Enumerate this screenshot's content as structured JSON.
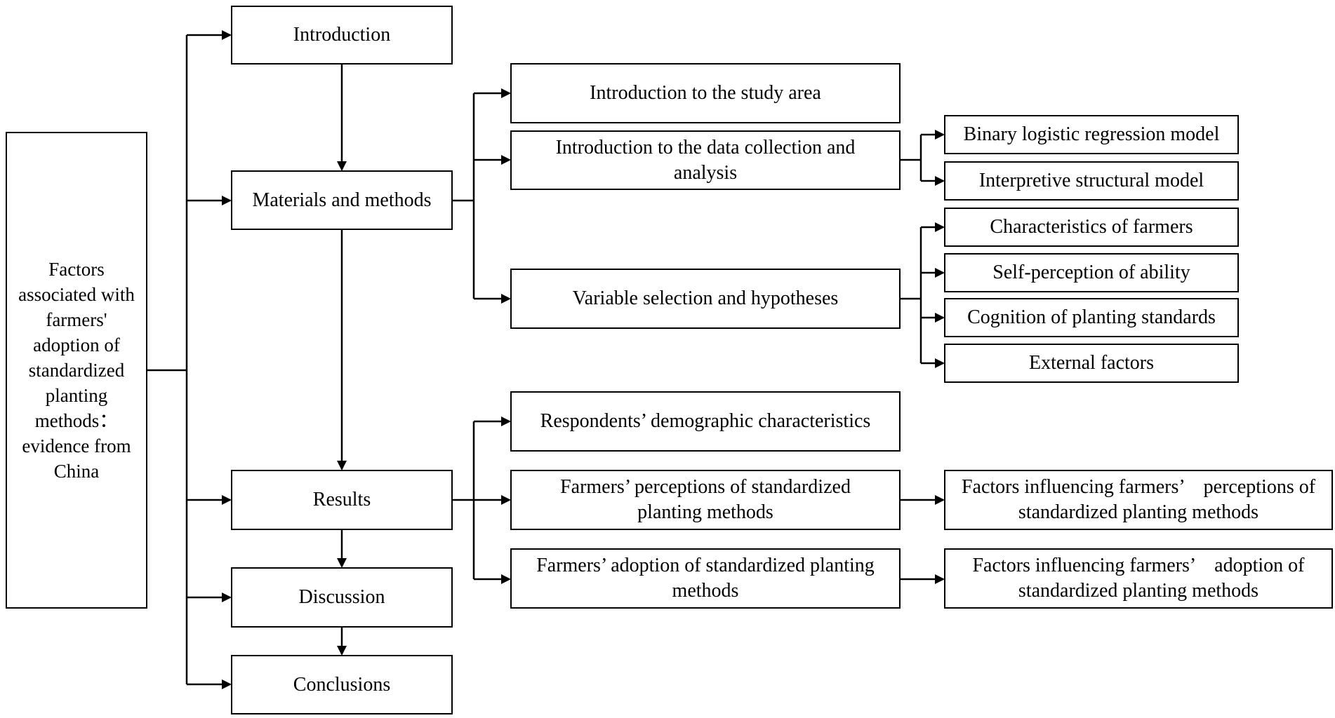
{
  "diagram": {
    "root": {
      "label": "Factors associated with farmers' adoption of standardized planting methods： evidence from China"
    },
    "sections": {
      "introduction": "Introduction",
      "materials_methods": "Materials and methods",
      "results": "Results",
      "discussion": "Discussion",
      "conclusions": "Conclusions"
    },
    "materials_children": {
      "study_area": "Introduction to the study area",
      "data_collection": "Introduction to the  data collection and analysis",
      "variable_selection": "Variable selection and hypotheses"
    },
    "data_collection_children": {
      "binary_logistic": "Binary logistic regression model",
      "interpretive_structural": "Interpretive structural model"
    },
    "variable_children": {
      "characteristics": "Characteristics of farmers",
      "self_perception": "Self-perception of ability",
      "cognition": "Cognition of planting standards",
      "external": "External factors"
    },
    "results_children": {
      "demographic": "Respondents’ demographic characteristics",
      "perceptions": "Farmers’ perceptions of standardized planting methods",
      "adoption": "Farmers’ adoption of standardized planting methods"
    },
    "results_grandchildren": {
      "factors_perceptions": "Factors influencing farmers’　perceptions of standardized planting methods",
      "factors_adoption": "Factors influencing farmers’　adoption of standardized planting methods"
    }
  }
}
